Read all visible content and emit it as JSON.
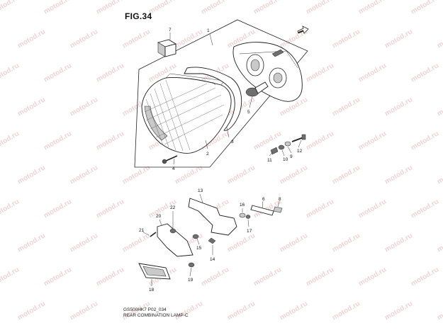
{
  "figure": {
    "title": "FIG.34",
    "model_code": "GS500HK7 P02_034",
    "caption": "REAR COMBINATION LAMP-C",
    "watermark": "motod.ru"
  },
  "callouts": [
    "1",
    "2",
    "3",
    "4",
    "5",
    "6",
    "7",
    "8",
    "9",
    "10",
    "11",
    "12",
    "13",
    "14",
    "15",
    "16",
    "17",
    "18",
    "19",
    "20",
    "21",
    "22"
  ],
  "colors": {
    "line": "#1a1a1a",
    "watermark": "#e7b7b7",
    "background": "#ffffff"
  }
}
